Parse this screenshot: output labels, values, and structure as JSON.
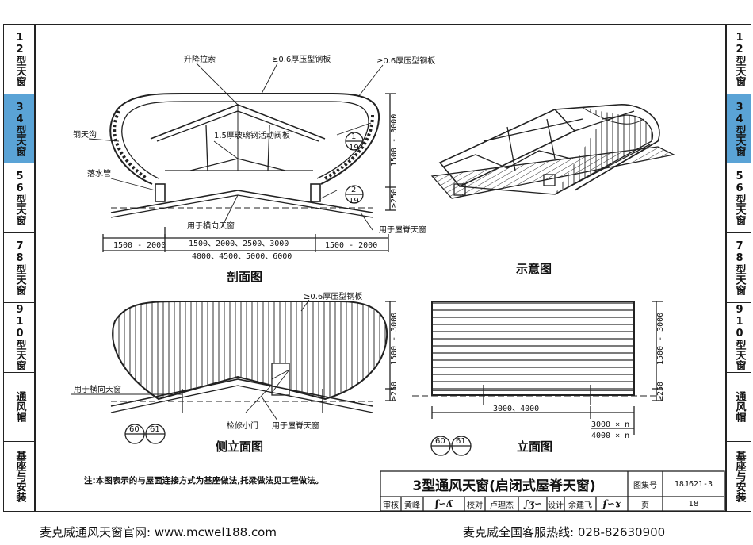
{
  "left_tabs": [
    {
      "label": "12型天窗",
      "active": false
    },
    {
      "label": "34型天窗",
      "active": true
    },
    {
      "label": "56型天窗",
      "active": false
    },
    {
      "label": "78型天窗",
      "active": false
    },
    {
      "label": "910型天窗",
      "active": false
    },
    {
      "label": "通风帽",
      "active": false
    },
    {
      "label": "基座与安装",
      "active": false
    }
  ],
  "labels": {
    "lift_rod": "升降拉索",
    "steel_plate_1": "≥0.6厚压型钢板",
    "steel_plate_2": "≥0.6厚压型钢板",
    "steel_plate_3": "≥0.6厚压型钢板",
    "gutter": "钢天沟",
    "glass_valve": "1.5厚玻璃钢活动阀板",
    "downpipe": "落水管",
    "transverse": "用于横向天窗",
    "ridge": "用于屋脊天窗",
    "transverse_2": "用于横向天窗",
    "ridge_2": "用于屋脊天窗",
    "access_door": "检修小门",
    "dim_left": "1500 - 2000",
    "dim_mid": "1500、2000、2500、3000",
    "dim_right": "1500 - 2000",
    "dim_total": "4000、4500、5000、6000",
    "dim_height": "1500 - 3000",
    "dim_250": "≥250",
    "dim_height_2": "1500 - 3000",
    "dim_250_2": "≥250",
    "dim_height_3": "1500 - 3000",
    "dim_250_3": "≥250",
    "dim_width": "3000、4000",
    "dim_n1": "3000 × n",
    "dim_n2": "4000 × n"
  },
  "callouts": {
    "c1_top": "1",
    "c1_bot": "19",
    "c2_top": "2",
    "c2_bot": "19",
    "c3_a": "60",
    "c3_b": "61",
    "c4_a": "60",
    "c4_b": "61"
  },
  "view_titles": {
    "section": "剖面图",
    "schematic": "示意图",
    "side": "侧立面图",
    "elevation": "立面图"
  },
  "note": "注:本图表示的与屋面连接方式为基座做法,托梁做法见工程做法。",
  "title_block": {
    "title": "3型通风天窗(启闭式屋脊天窗)",
    "atlas_label": "图集号",
    "atlas_no": "18J621-3",
    "review": "审核",
    "reviewer": "黄峰",
    "check": "校对",
    "checker": "卢理杰",
    "design": "设计",
    "designer": "余建飞",
    "page_label": "页",
    "page_no": "18"
  },
  "footer": {
    "left": "麦克威通风天窗官网: www.mcwel188.com",
    "right": "麦克威全国客服热线: 028-82630900"
  },
  "colors": {
    "active_tab": "#5aa3d6",
    "line": "#222222"
  }
}
